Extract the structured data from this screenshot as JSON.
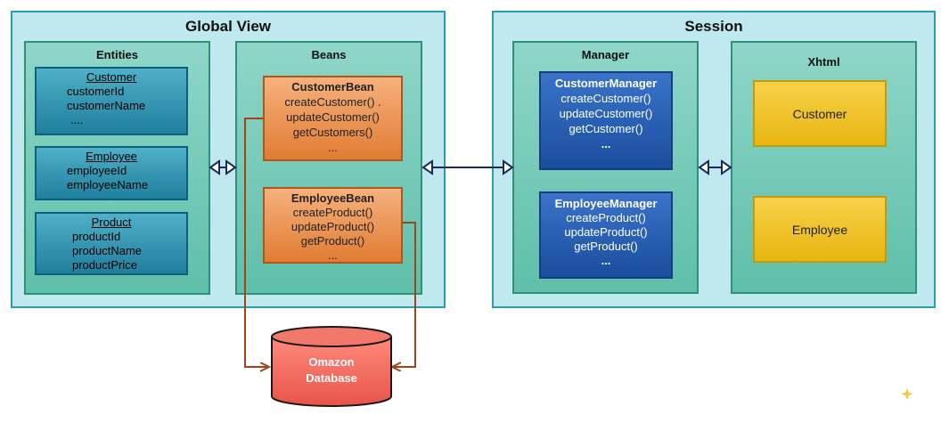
{
  "global_view": {
    "title": "Global View",
    "entities": {
      "title": "Entities",
      "items": [
        {
          "name": "Customer",
          "attrs": [
            "customerId",
            "customerName",
            "...."
          ]
        },
        {
          "name": "Employee",
          "attrs": [
            "employeeId",
            "employeeName"
          ]
        },
        {
          "name": "Product",
          "attrs": [
            "productId",
            "productName",
            "productPrice"
          ]
        }
      ]
    },
    "beans": {
      "title": "Beans",
      "items": [
        {
          "name": "CustomerBean",
          "methods": [
            "createCustomer() .",
            "updateCustomer()",
            "getCustomers()",
            "..."
          ]
        },
        {
          "name": "EmployeeBean",
          "methods": [
            "createProduct()",
            "updateProduct()",
            "getProduct()",
            "..."
          ]
        }
      ]
    }
  },
  "session": {
    "title": "Session",
    "manager": {
      "title": "Manager",
      "items": [
        {
          "name": "CustomerManager",
          "methods": [
            "createCustomer()",
            "updateCustomer()",
            "getCustomer()",
            "..."
          ]
        },
        {
          "name": "EmployeeManager",
          "methods": [
            "createProduct()",
            "updateProduct()",
            "getProduct()",
            "..."
          ]
        }
      ]
    },
    "xhtml": {
      "title": "Xhtml",
      "items": [
        "Customer",
        "Employee"
      ]
    }
  },
  "database": {
    "line1": "Omazon",
    "line2": "Database"
  },
  "colors": {
    "outer_fill": "#bfe8ef",
    "group_fill": "#6fc7b3",
    "entity_fill": "#2f93b2",
    "bean_fill": "#ed9555",
    "manager_fill": "#2a60b5",
    "xhtml_fill": "#efc22c",
    "database_fill": "#f36a5f",
    "connector": "#a0451a",
    "arrow": "#1a2a5a"
  }
}
